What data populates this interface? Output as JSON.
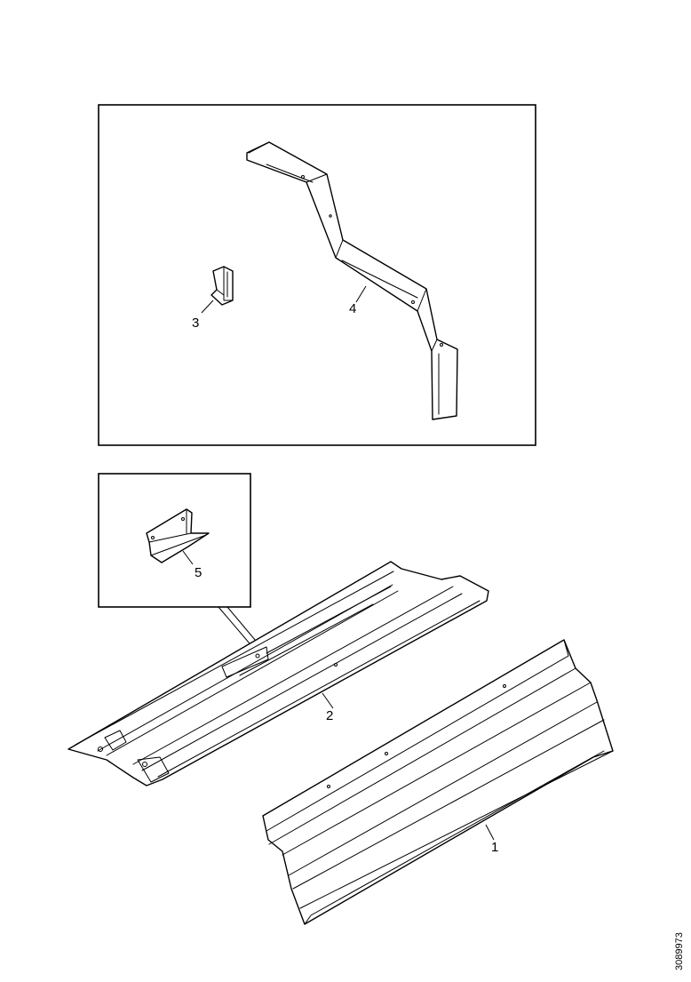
{
  "diagram": {
    "callouts": {
      "part1": "1",
      "part2": "2",
      "part3": "3",
      "part4": "4",
      "part5": "5"
    },
    "document_id": "3089973"
  },
  "colors": {
    "line": "#000000",
    "background": "#ffffff"
  }
}
